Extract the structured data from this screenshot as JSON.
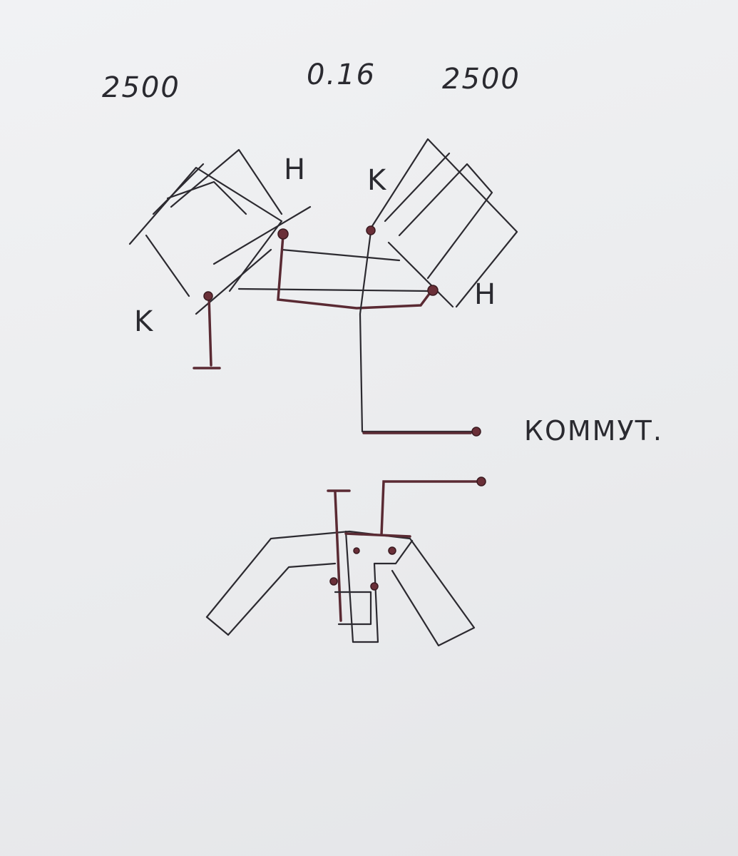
{
  "labels": {
    "left_turns": "2500",
    "wire_diameter": "0.16",
    "right_turns": "2500",
    "left_coil_start": "H",
    "left_coil_end": "K",
    "right_coil_end": "K",
    "right_coil_start": "H",
    "commutator": "КОММУТ."
  },
  "colors": {
    "paper": "#eceef0",
    "pencil": "#2c2a30",
    "wire": "#5a2a33"
  }
}
